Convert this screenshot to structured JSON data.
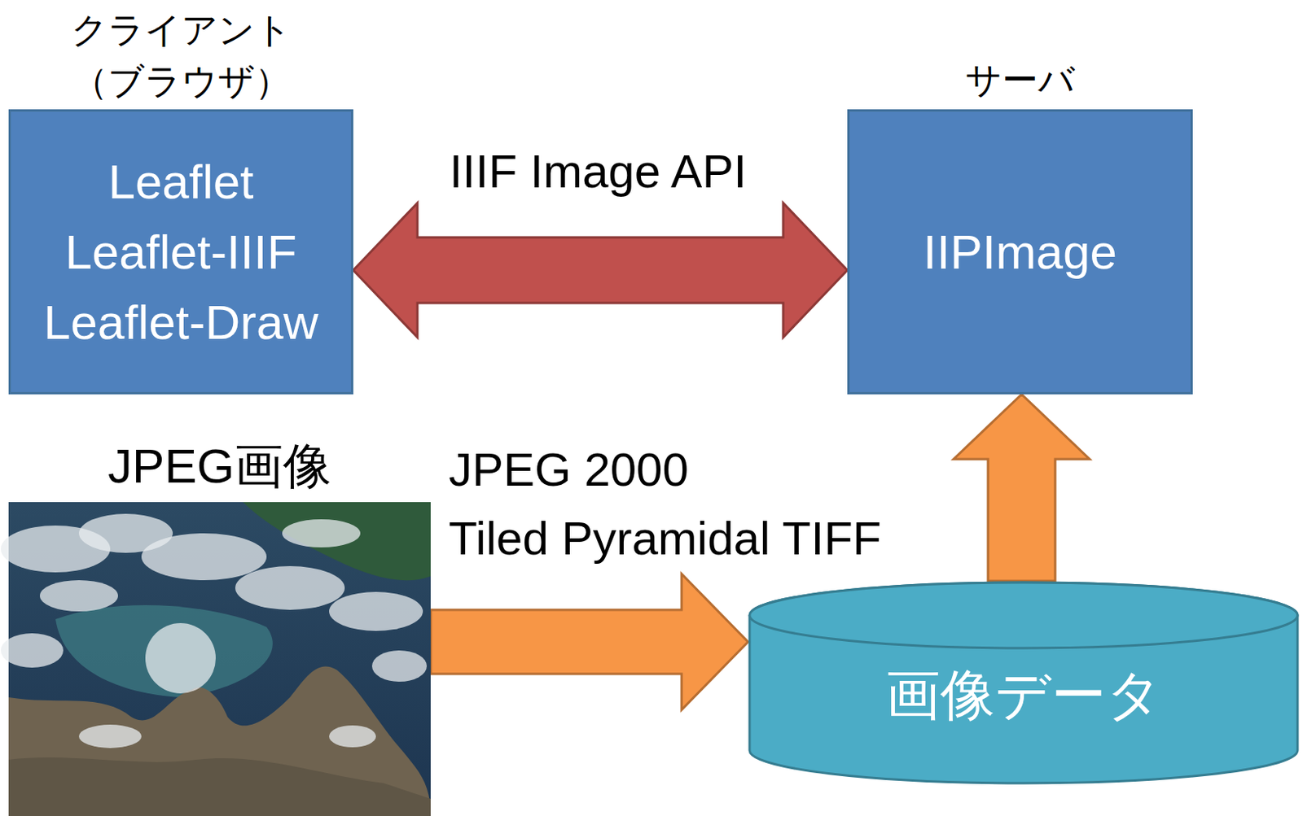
{
  "diagram": {
    "nodes": [
      {
        "text": [
          "クライアント （ブラウザ）",
          "Leaflet Leaflet-IIIF Leaflet-Draw"
        ]
      },
      {
        "text": [
          "サーバ",
          "IIPImage"
        ]
      },
      {
        "text": [
          "JPEG画像"
        ]
      },
      {
        "text": [
          "画像データ"
        ]
      }
    ],
    "edges": [
      {
        "from": 0,
        "to": 1,
        "label": "IIIF Image API",
        "arrow": "both"
      },
      {
        "from": 2,
        "to": 3,
        "label": "JPEG 2000 Tiled Pyramidal TIFF",
        "arrow": "to"
      },
      {
        "from": 3,
        "to": 1,
        "arrow": "to"
      }
    ]
  }
}
